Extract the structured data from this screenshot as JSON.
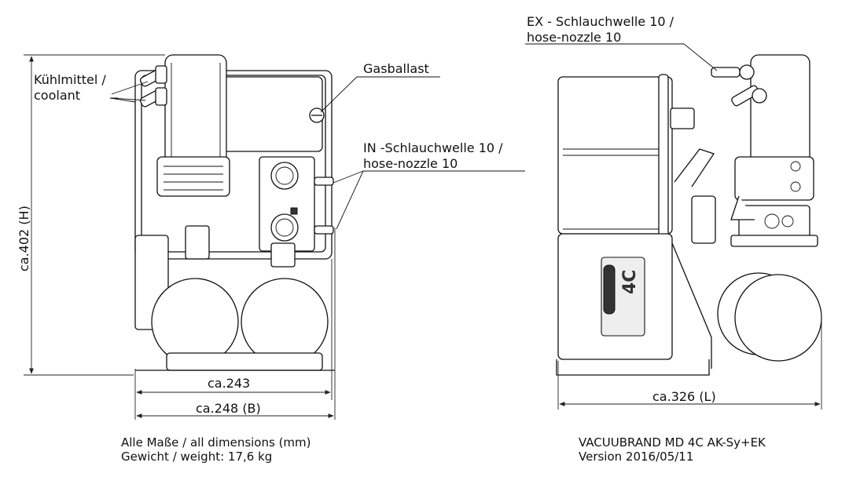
{
  "labels": {
    "coolant_de": "Kühlmittel /",
    "coolant_en": "coolant",
    "gasballast": "Gasballast",
    "inlet_de": "IN -Schlauchwelle 10 /",
    "inlet_en": "hose-nozzle 10",
    "exhaust_de": "EX - Schlauchwelle 10 /",
    "exhaust_en": "hose-nozzle 10",
    "badge": "4C"
  },
  "dimensions": {
    "height": "ca.402 (H)",
    "width_inner": "ca.243",
    "width_outer": "ca.248 (B)",
    "length": "ca.326 (L)"
  },
  "footer": {
    "dims_note": "Alle Maße / all dimensions (mm)",
    "weight_note": "Gewicht / weight: 17,6 kg",
    "model": "VACUUBRAND MD 4C AK-Sy+EK",
    "version": "Version 2016/05/11"
  }
}
